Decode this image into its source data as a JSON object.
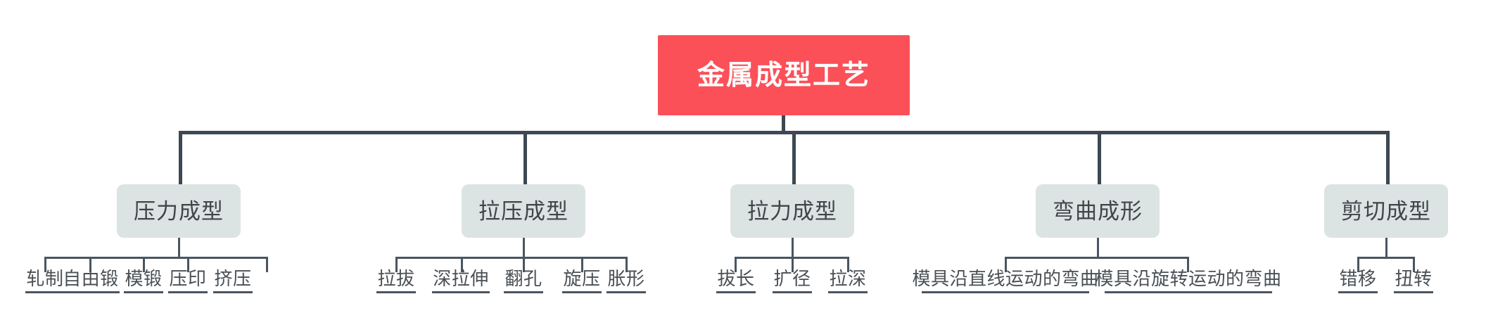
{
  "diagram": {
    "type": "hierarchical-tree-mindmap",
    "title": "金属成型工艺",
    "colors": {
      "root_background": "#fb5058",
      "root_text": "#ffffff",
      "branch_background": "#dce3e3",
      "branch_text": "#3f4549",
      "leaf_text": "#4a5055",
      "connector": "#3d4852",
      "page_background": "#ffffff"
    },
    "root": {
      "label": "金属成型工艺"
    },
    "branches": [
      {
        "label": "压力成型",
        "leaves": [
          {
            "label": "轧制"
          },
          {
            "label": "自由锻"
          },
          {
            "label": "模锻"
          },
          {
            "label": "压印"
          },
          {
            "label": "挤压"
          }
        ]
      },
      {
        "label": "拉压成型",
        "leaves": [
          {
            "label": "拉拔"
          },
          {
            "label": "深拉伸"
          },
          {
            "label": "翻孔"
          },
          {
            "label": "旋压"
          },
          {
            "label": "胀形"
          }
        ]
      },
      {
        "label": "拉力成型",
        "leaves": [
          {
            "label": "拔长"
          },
          {
            "label": "扩径"
          },
          {
            "label": "拉深"
          }
        ]
      },
      {
        "label": "弯曲成形",
        "leaves": [
          {
            "label": "模具沿直线运动的弯曲"
          },
          {
            "label": "模具沿旋转运动的弯曲"
          }
        ]
      },
      {
        "label": "剪切成型",
        "leaves": [
          {
            "label": "错移"
          },
          {
            "label": "扭转"
          }
        ]
      }
    ]
  }
}
